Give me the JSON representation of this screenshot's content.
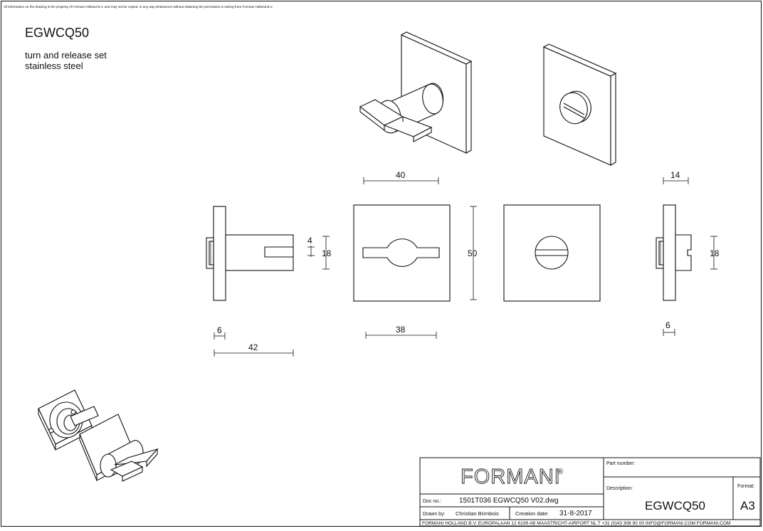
{
  "notice": "All information on the drawing is the property of Formani Holland B.V. and may not be copied, in any way whatsoever without obtaining the permission in writing from Formani Holland B.V.",
  "header": {
    "code": "EGWCQ50",
    "line1": "turn and release set",
    "line2": "stainless steel"
  },
  "dimensions": {
    "d40": "40",
    "d14": "14",
    "d4": "4",
    "d18_left": "18",
    "d50": "50",
    "d18_right": "18",
    "d6_left": "6",
    "d42": "42",
    "d38": "38",
    "d6_right": "6"
  },
  "title_block": {
    "logo": "FORMANI",
    "logo_mark": "®",
    "part_number_label": "Part number:",
    "description_label": "Description:",
    "description_value": "EGWCQ50",
    "format_label": "Format:",
    "format_value": "A3",
    "doc_no_label": "Doc no.:",
    "doc_no_value": "1501T036 EGWCQ50 V02.dwg",
    "drawn_by_label": "Drawn by:",
    "drawn_by_value": "Christian Brimbois",
    "creation_date_label": "Creation date:",
    "creation_date_value": "31-8-2017",
    "footer": "FORMANI HOLLAND B.V.  EUROPALAAN 12  6199 AB MAASTRICHT-AIRPORT NL  T +31 (0)43 308 90 00 INFO@FORMANI.COM FORMANI.COM"
  }
}
